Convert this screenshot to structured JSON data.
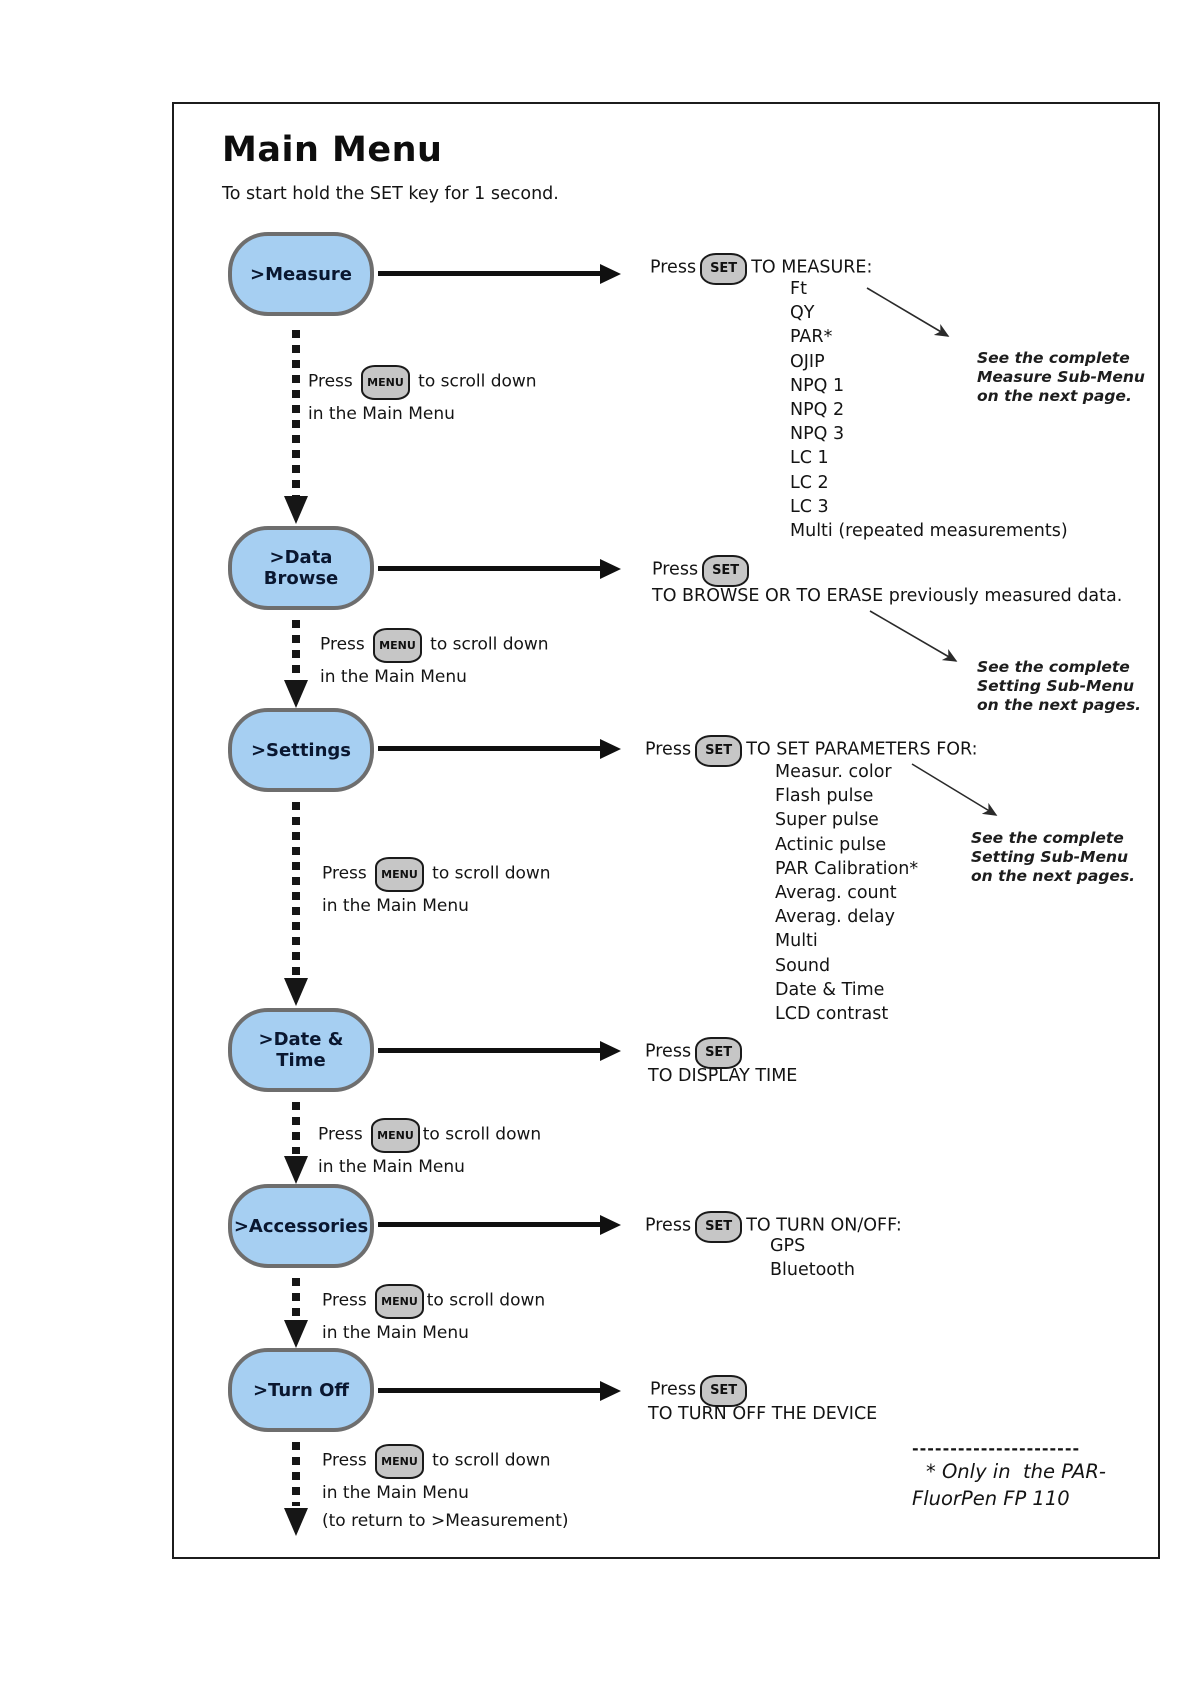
{
  "keys": {
    "set": "SET",
    "menu": "MENU"
  },
  "colors": {
    "node_fill": "#a6cff2",
    "node_border": "#6e6e6e",
    "node_text": "#0a1730",
    "pill_fill": "#c6c6c6",
    "frame_border": "#1c1c1c",
    "text": "#141414"
  },
  "header": {
    "title": "Main Menu",
    "subtitle": "To start hold the SET key for 1 second."
  },
  "rows": [
    {
      "node_label": ">Measure",
      "press_word": "Press",
      "press_after": "TO MEASURE:",
      "items": [
        "Ft",
        "QY",
        "PAR*",
        "OJIP",
        "NPQ 1",
        "NPQ 2",
        "NPQ 3",
        "LC 1",
        "LC 2",
        "LC 3",
        "Multi (repeated measurements)"
      ],
      "side_note": [
        "See the complete",
        "Measure Sub-Menu",
        "on the next page."
      ],
      "scroll": {
        "press_word": "Press",
        "after": "to scroll down",
        "line2": "in the Main Menu"
      }
    },
    {
      "node_label": ">Data Browse",
      "press_word": "Press",
      "press_after": "",
      "result": "TO BROWSE OR TO ERASE previously measured data.",
      "side_note": [
        "See the complete",
        "Setting Sub-Menu",
        "on the next pages."
      ],
      "scroll": {
        "press_word": "Press",
        "after": "to scroll down",
        "line2": "in the Main Menu"
      }
    },
    {
      "node_label": ">Settings",
      "press_word": "Press",
      "press_after": "TO SET PARAMETERS FOR:",
      "items": [
        "Measur. color",
        "Flash pulse",
        "Super pulse",
        "Actinic pulse",
        "PAR Calibration*",
        "Averag. count",
        "Averag. delay",
        "Multi",
        "Sound",
        "Date & Time",
        "LCD contrast"
      ],
      "side_note": [
        "See the complete",
        "Setting Sub-Menu",
        "on the next pages."
      ],
      "scroll": {
        "press_word": "Press",
        "after": "to scroll down",
        "line2": "in the Main Menu"
      }
    },
    {
      "node_label": ">Date & Time",
      "press_word": "Press",
      "press_after": "",
      "result": "TO DISPLAY TIME",
      "scroll": {
        "press_word": "Press",
        "after": "to scroll down",
        "line2": "in the Main Menu"
      }
    },
    {
      "node_label": ">Accessories",
      "press_word": "Press",
      "press_after": "TO TURN ON/OFF:",
      "items": [
        "GPS",
        "Bluetooth"
      ],
      "scroll": {
        "press_word": "Press",
        "after": "to scroll down",
        "line2": "in the Main Menu"
      }
    },
    {
      "node_label": ">Turn Off",
      "press_word": "Press",
      "press_after": "",
      "result": "TO TURN OFF THE DEVICE",
      "scroll": {
        "press_word": "Press",
        "after": "to scroll down",
        "line2": "in the Main Menu",
        "line3": "(to return to >Measurement)"
      }
    }
  ],
  "footnote": {
    "dashes": "----------------------",
    "line1": "* Only in  the PAR-",
    "line2": "FluorPen FP 110"
  }
}
